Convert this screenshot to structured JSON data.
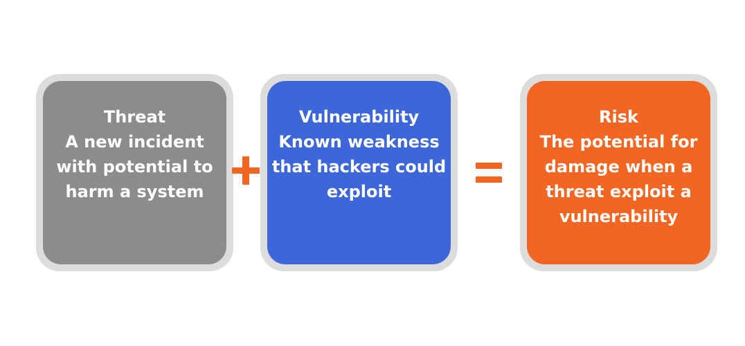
{
  "colors": {
    "threat": "#8c8c8c",
    "vulnerability": "#3d67d9",
    "risk": "#f26522",
    "frame": "#dcdcdc",
    "operator": "#f26522"
  },
  "cards": [
    {
      "id": "threat",
      "lines": [
        "Threat",
        "A new incident",
        "with potential to",
        "harm a system"
      ]
    },
    {
      "id": "vulnerability",
      "lines": [
        "Vulnerability",
        "Known weakness",
        "that hackers could",
        "exploit"
      ]
    },
    {
      "id": "risk",
      "lines": [
        "Risk",
        "The potential for",
        "damage when a",
        "threat exploit a",
        "vulnerability"
      ]
    }
  ],
  "operators": {
    "plus": "+",
    "equals": "="
  }
}
